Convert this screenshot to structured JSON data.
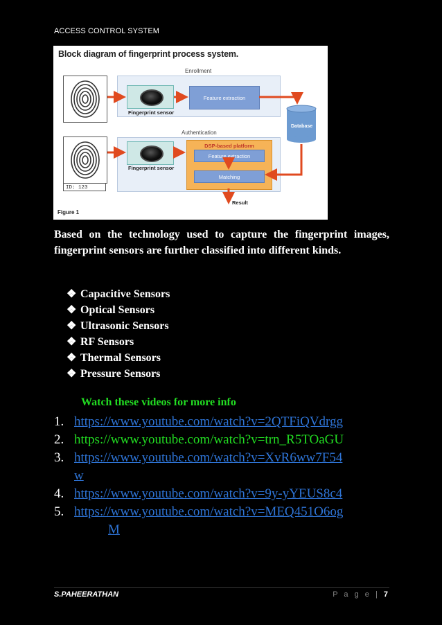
{
  "header": {
    "title": "ACCESS CONTROL SYSTEM"
  },
  "figure": {
    "title": "Block diagram of fingerprint process system.",
    "caption": "Figure 1",
    "enrollment_label": "Enrollment",
    "authentication_label": "Authentication",
    "sensor_label": "Fingerprint sensor",
    "feature_extraction": "Feature extraction",
    "dsp_label": "DSP-based platform",
    "matching": "Matching",
    "database": "Database",
    "result": "Result",
    "id_text": "ID: 123",
    "colors": {
      "zone": "#e8eff8",
      "blue": "#7f9fd6",
      "orange": "#f6b357",
      "arrow": "#e04a1f",
      "database": "#6d9bd1"
    }
  },
  "paragraph": "Based on the technology used to capture the fingerprint images, fingerprint sensors are further classified into different kinds.",
  "bullets": {
    "marker": "❖",
    "items": [
      "Capacitive Sensors",
      "Optical Sensors",
      "Ultrasonic Sensors",
      "RF Sensors",
      "Thermal Sensors",
      "Pressure Sensors"
    ]
  },
  "watch_heading": "Watch these videos for more info",
  "links": [
    {
      "num": "1.",
      "text": "https://www.youtube.com/watch?v=2QTFiQVdrgg"
    },
    {
      "num": "2.",
      "text": "https://www.youtube.com/watch?v=trn_R5TOaGU"
    },
    {
      "num": "3.",
      "text": "https://www.youtube.com/watch?v=XvR6ww7F54",
      "cont": "w"
    },
    {
      "num": "4.",
      "text": "https://www.youtube.com/watch?v=9y-yYEUS8c4"
    },
    {
      "num": "5.",
      "text": "https://www.youtube.com/watch?v=MEQ451O6og",
      "cont": "M"
    }
  ],
  "footer": {
    "author": "S.PAHEERATHAN",
    "page_label": "P a g e",
    "separator": "|",
    "page_number": "7"
  }
}
